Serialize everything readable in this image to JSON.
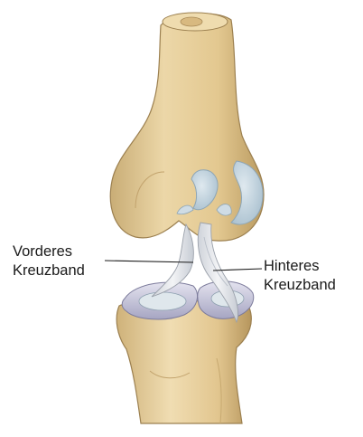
{
  "labels": {
    "anterior": {
      "line1": "Vorderes",
      "line2": "Kreuzband"
    },
    "posterior": {
      "line1": "Hinteres",
      "line2": "Kreuzband"
    }
  },
  "colors": {
    "bone": "#e6cf9e",
    "bone_shadow": "#b89a63",
    "bone_highlight": "#f6e8c6",
    "cartilage": "#bcd0dc",
    "meniscus": "#c9c9dd",
    "ligament": "#e4e6ea",
    "leader_line": "#1a1a1a"
  }
}
